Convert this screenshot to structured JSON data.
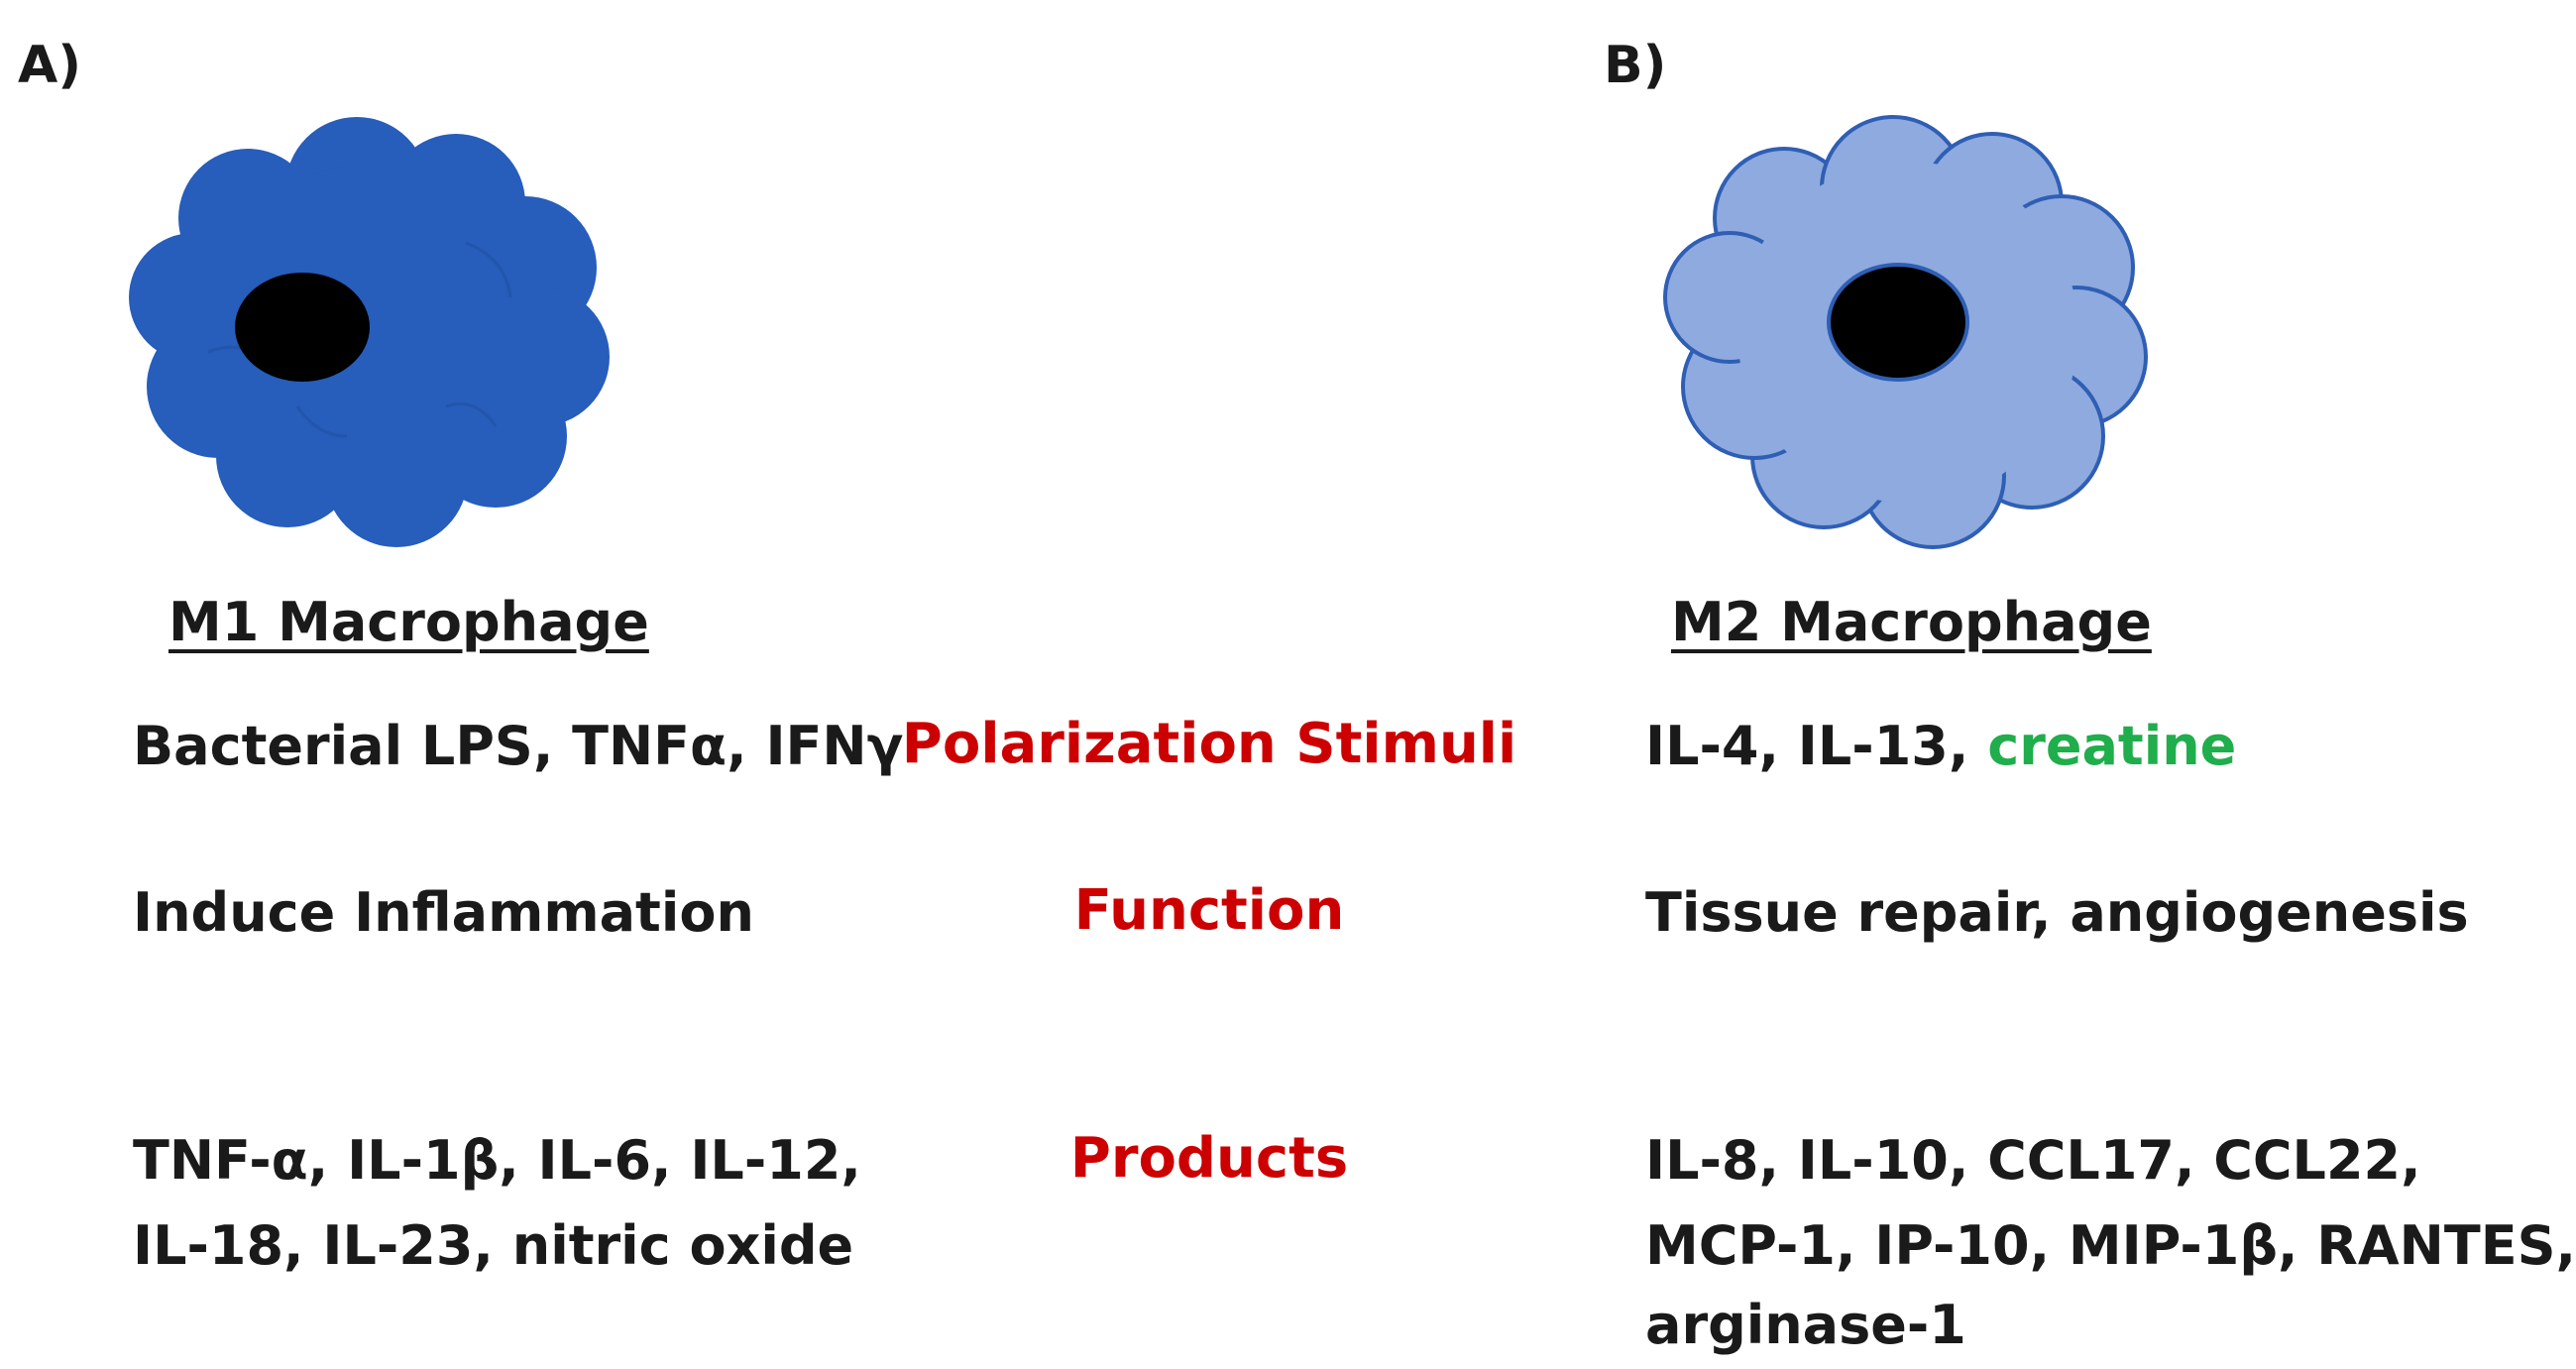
{
  "panel_a": {
    "label": "A)",
    "cell_color": "#275dbb",
    "nucleus_color": "#000000",
    "title": "M1 Macrophage",
    "stimuli": "Bacterial LPS, TNFα, IFNγ",
    "function": "Induce Inflammation",
    "products_line1": "TNF-α, IL-1β, IL-6, IL-12,",
    "products_line2": "IL-18, IL-23, nitric oxide"
  },
  "panel_b": {
    "label": "B)",
    "cell_color": "#8eaadf",
    "cell_outline": "#2f5fb4",
    "nucleus_color": "#000000",
    "title": "M2 Macrophage",
    "stimuli_prefix": "IL-4, IL-13, ",
    "stimuli_highlight": "creatine",
    "highlight_color": "#1fae4b",
    "function": "Tissue repair, angiogenesis",
    "products_line1": "IL-8, IL-10, CCL17, CCL22,",
    "products_line2": "MCP-1, IP-10, MIP-1β, RANTES,",
    "products_line3": "arginase-1"
  },
  "categories": {
    "stimuli": "Polarization Stimuli",
    "function": "Function",
    "products": "Products",
    "color": "#cc0000"
  }
}
